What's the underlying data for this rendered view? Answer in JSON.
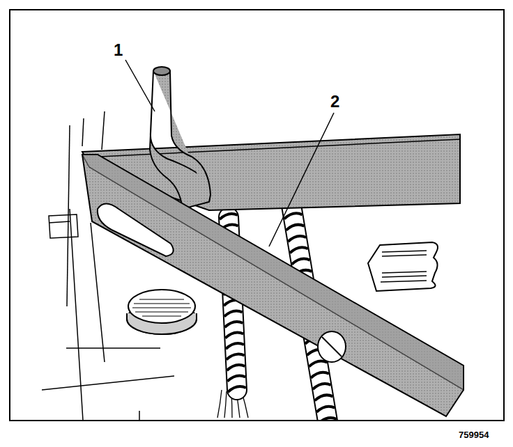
{
  "diagram": {
    "labels": [
      "1",
      "2",
      "759954"
    ]
  }
}
